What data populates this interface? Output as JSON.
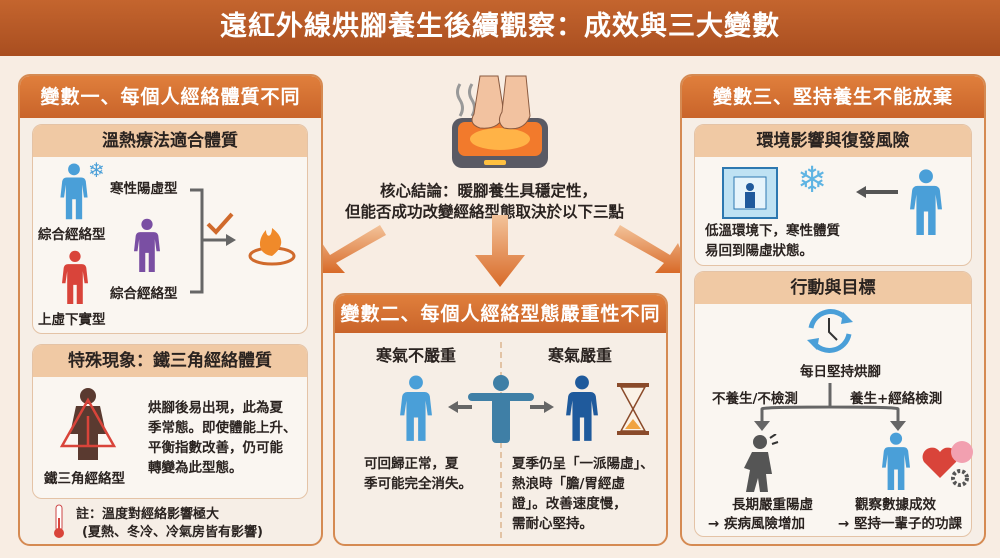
{
  "title": "遠紅外線烘腳養生後續觀察：成效與三大變數",
  "center": {
    "line1": "核心結論：暖腳養生具穩定性，",
    "line2": "但能否成功改變經絡型態取決於以下三點"
  },
  "left": {
    "header": "變數一、每個人經絡體質不同",
    "box1": {
      "title": "溫熱療法適合體質",
      "label_cold": "寒性陽虛型",
      "label_blue": "綜合經絡型",
      "label_purple": "綜合經絡型",
      "label_red": "上虛下實型"
    },
    "box2": {
      "title": "特殊現象：鐵三角經絡體質",
      "figure_label": "鐵三角經絡型",
      "text": [
        "烘腳後易出現，此為夏",
        "季常態。即使體能上升、",
        "平衡指數改善，仍可能",
        "轉變為此型態。"
      ]
    },
    "note": {
      "line1": "註：溫度對經絡影響極大",
      "line2": "(夏熱、冬冷、冷氣房皆有影響)"
    }
  },
  "middle": {
    "header": "變數二、每個人經絡型態嚴重性不同",
    "left_title": "寒氣不嚴重",
    "right_title": "寒氣嚴重",
    "left_text": [
      "可回歸正常，夏",
      "季可能完全消失。"
    ],
    "right_text": [
      "夏季仍呈「一派陽虛」、",
      "熱浪時「膽/胃經虛",
      "證」。改善速度慢，",
      "需耐心堅持。"
    ]
  },
  "right": {
    "header": "變數三、堅持養生不能放棄",
    "box1": {
      "title": "環境影響與復發風險",
      "text": [
        "低溫環境下，寒性體質",
        "易回到陽虛狀態。"
      ]
    },
    "box2": {
      "title": "行動與目標",
      "daily": "每日堅持烘腳",
      "branch_left": "不養生/不檢測",
      "branch_right": "養生+經絡檢測",
      "outcome_left": [
        "長期嚴重陽虛",
        "→ 疾病風險增加"
      ],
      "outcome_right": [
        "觀察數據成效",
        "→ 堅持一輩子的功課"
      ]
    }
  },
  "colors": {
    "accent": "#d06a2c",
    "blue": "#4a9fd8",
    "dark_blue": "#1f5a9c",
    "purple": "#7a4fa3",
    "red": "#d9443a"
  }
}
